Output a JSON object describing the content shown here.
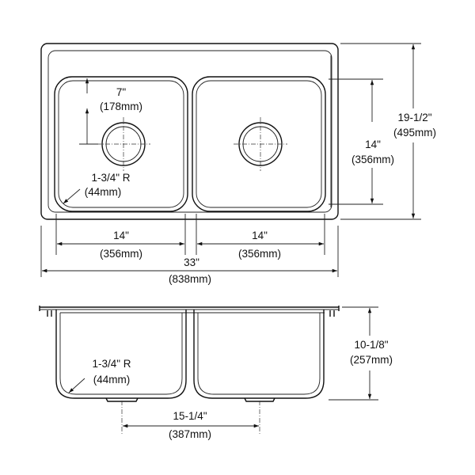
{
  "dimensions": {
    "drain_offset": {
      "imperial": "7\"",
      "metric": "(178mm)"
    },
    "corner_radius_top": {
      "imperial": "1-3/4\" R",
      "metric": "(44mm)"
    },
    "bowl_width_left": {
      "imperial": "14\"",
      "metric": "(356mm)"
    },
    "bowl_width_right": {
      "imperial": "14\"",
      "metric": "(356mm)"
    },
    "overall_width": {
      "imperial": "33\"",
      "metric": "(838mm)"
    },
    "bowl_length": {
      "imperial": "14\"",
      "metric": "(356mm)"
    },
    "overall_length": {
      "imperial": "19-1/2\"",
      "metric": "(495mm)"
    },
    "bowl_depth": {
      "imperial": "10-1/8\"",
      "metric": "(257mm)"
    },
    "corner_radius_side": {
      "imperial": "1-3/4\" R",
      "metric": "(44mm)"
    },
    "drain_spacing": {
      "imperial": "15-1/4\"",
      "metric": "(387mm)"
    }
  }
}
